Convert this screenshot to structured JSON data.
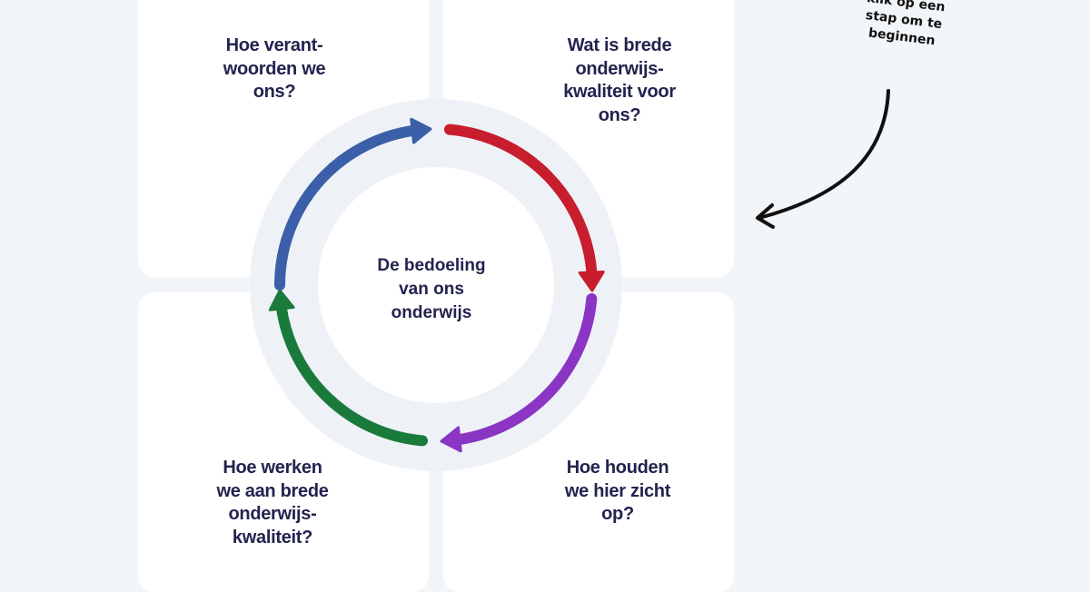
{
  "steps": [
    {
      "id": "verantwoorden",
      "label": "Hoe verant-\nwoorden we\nons?",
      "color": "#3b5fa8"
    },
    {
      "id": "wat-is",
      "label": "Wat is brede\nonderwijs-\nkwaliteit voor\nons?",
      "color": "#c81d2c"
    },
    {
      "id": "zicht",
      "label": "Hoe houden\nwe hier zicht\nop?",
      "color": "#8a35c4"
    },
    {
      "id": "werken",
      "label": "Hoe werken\nwe aan brede\nonderwijs-\nkwaliteit?",
      "color": "#1a7a3c"
    }
  ],
  "center_label": "De bedoeling\nvan ons\nonderwijs",
  "hint": "klik op een\nstap om te\nbeginnen",
  "colors": {
    "background": "#f3f6f9",
    "card": "#ffffff",
    "ring": "#eef2f7",
    "text": "#23234f"
  }
}
